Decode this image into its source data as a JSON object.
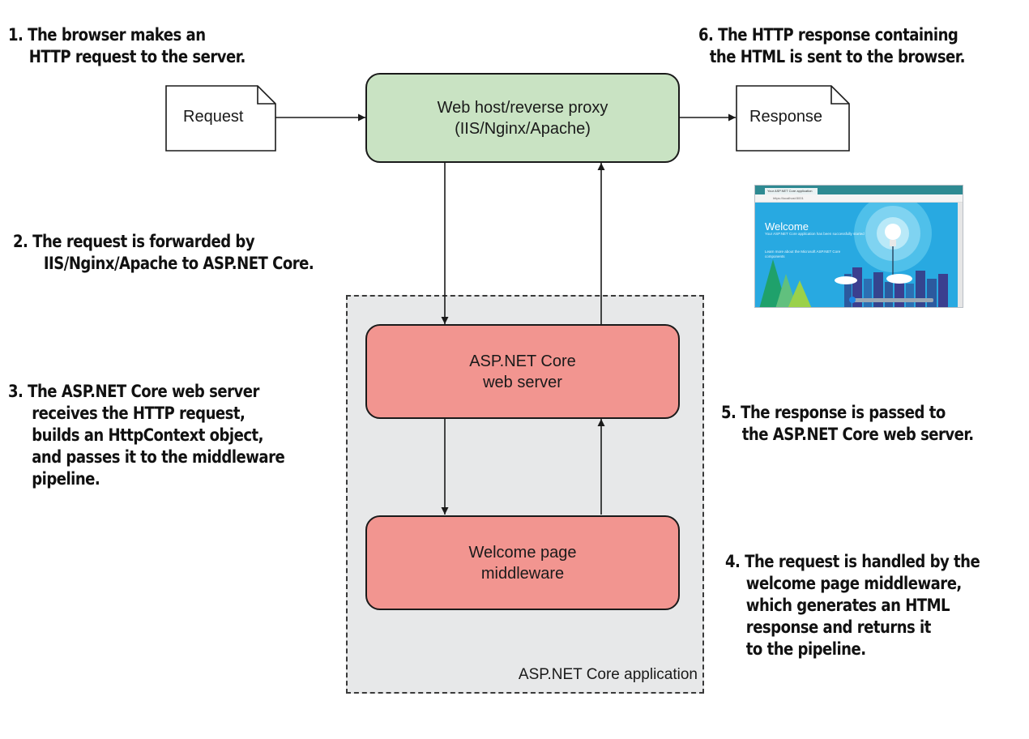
{
  "notes": {
    "step1": [
      "1. The browser makes an",
      "HTTP request to the server."
    ],
    "step2": [
      "2. The request is forwarded by",
      "IIS/Nginx/Apache to ASP.NET Core."
    ],
    "step3": [
      "3. The ASP.NET Core web server",
      "receives the HTTP request,",
      "builds an HttpContext object,",
      "and passes it to the middleware",
      "pipeline."
    ],
    "step4": [
      "4. The request is handled by the",
      "welcome page middleware,",
      "which generates an HTML",
      "response and returns it",
      "to the pipeline."
    ],
    "step5": [
      "5. The response is passed to",
      "the ASP.NET Core web server."
    ],
    "step6": [
      "6. The HTTP response containing",
      "the HTML is sent to the browser."
    ]
  },
  "nodes": {
    "request_doc": "Request",
    "response_doc": "Response",
    "web_host": [
      "Web host/reverse proxy",
      "(IIS/Nginx/Apache)"
    ],
    "web_server": [
      "ASP.NET Core",
      "web server"
    ],
    "middleware": [
      "Welcome page",
      "middleware"
    ],
    "app_region": "ASP.NET Core application"
  },
  "browser_preview": {
    "tab_title": "Your ASP.NET Core application",
    "address": "https://localhost:5001",
    "heading": "Welcome",
    "body_text": "Your ASP.NET Core application has been successfully started",
    "link_text": "Learn more about the Microsoft ASP.NET Core components"
  },
  "colors": {
    "web_host_fill": "#c9e3c3",
    "app_box_fill": "#f29590",
    "app_region_fill": "#e7e8e9",
    "browser_accent": "#28a9e1"
  }
}
